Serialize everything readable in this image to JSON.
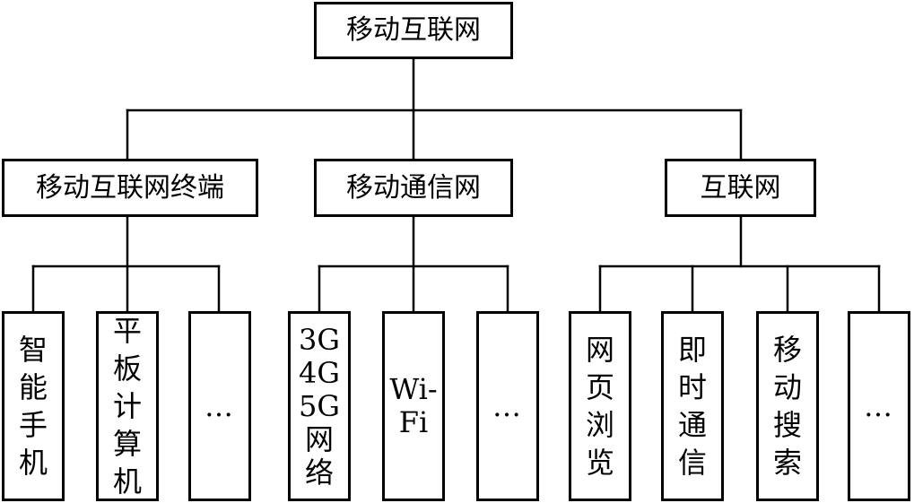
{
  "root": {
    "label": "移动互联网"
  },
  "categories": [
    {
      "label": "移动互联网终端"
    },
    {
      "label": "移动通信网"
    },
    {
      "label": "互联网"
    }
  ],
  "leaves": {
    "terminal": [
      {
        "label": "智\n能\n手\n机"
      },
      {
        "label": "平\n板\n计\n算\n机"
      },
      {
        "label": "…"
      }
    ],
    "network": [
      {
        "label": "3G\n4G\n5G\n网\n络"
      },
      {
        "label": "Wi-\nFi"
      },
      {
        "label": "…"
      }
    ],
    "internet": [
      {
        "label": "网\n页\n浏\n览"
      },
      {
        "label": "即\n时\n通\n信"
      },
      {
        "label": "移\n动\n搜\n索"
      },
      {
        "label": "…"
      }
    ]
  }
}
